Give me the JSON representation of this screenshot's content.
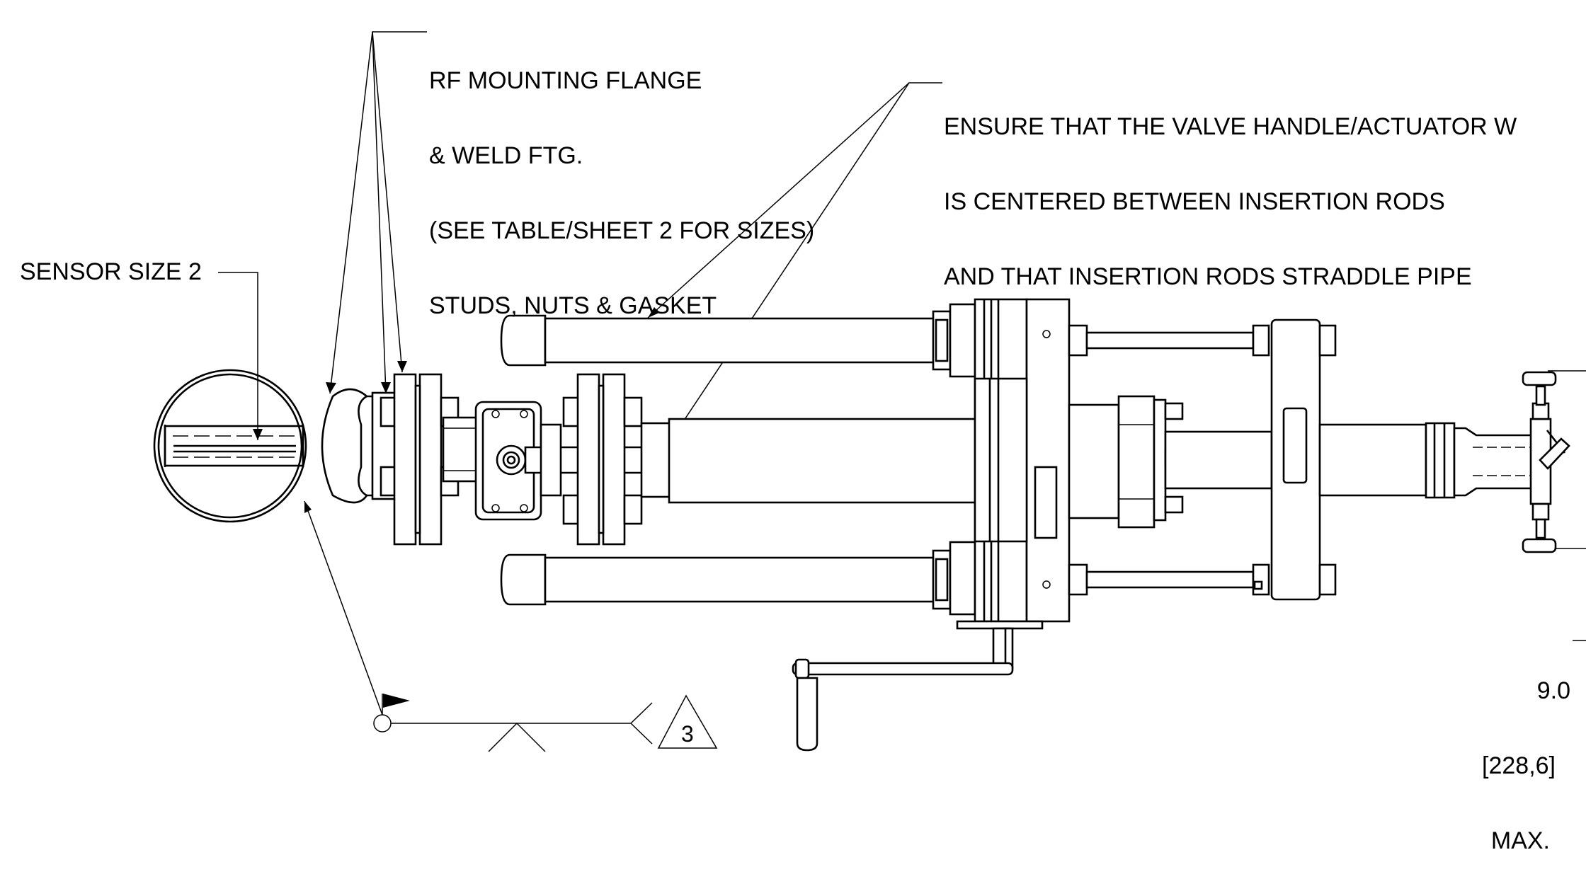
{
  "notes": {
    "flange": {
      "line1": "RF MOUNTING FLANGE",
      "line2": "& WELD FTG.",
      "line3": "(SEE TABLE/SHEET 2 FOR SIZES)",
      "line4": "STUDS, NUTS & GASKET"
    },
    "valve": {
      "line1": "ENSURE THAT THE VALVE HANDLE/ACTUATOR W",
      "line2": "IS CENTERED BETWEEN INSERTION RODS",
      "line3": "AND THAT INSERTION RODS STRADDLE PIPE"
    },
    "sensor": "SENSOR SIZE 2",
    "dimension": {
      "value": "9.0",
      "metric": "[228,6]",
      "qualifier": "MAX."
    },
    "revision_triangle": "3"
  }
}
